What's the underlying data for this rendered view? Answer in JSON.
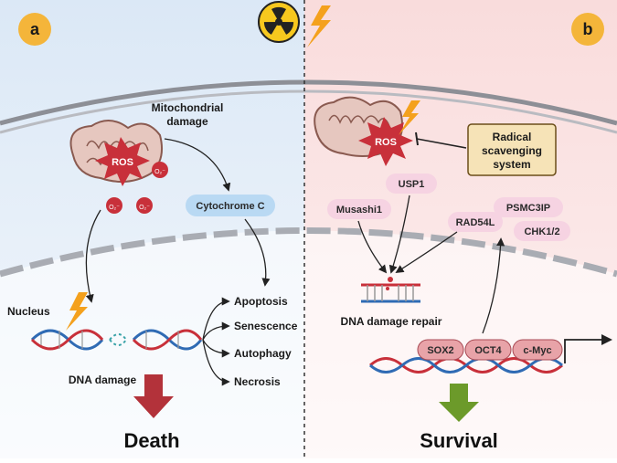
{
  "panels": {
    "a": {
      "badge": "a"
    },
    "b": {
      "badge": "b"
    }
  },
  "labels": {
    "mito_damage_1": "Mitochondrial",
    "mito_damage_2": "damage",
    "ros": "ROS",
    "ros_right": "ROS",
    "superoxide": "O₂⁻",
    "cytochrome": "Cytochrome C",
    "nucleus": "Nucleus",
    "dna_damage": "DNA damage",
    "death": "Death",
    "survival": "Survival",
    "dna_repair": "DNA damage repair",
    "radical_1": "Radical",
    "radical_2": "scavenging",
    "radical_3": "system"
  },
  "outcomes": [
    "Apoptosis",
    "Senescence",
    "Autophagy",
    "Necrosis"
  ],
  "repair_factors": {
    "usp1": "USP1",
    "musashi1": "Musashi1",
    "rad54l": "RAD54L",
    "psmc3ip": "PSMC3IP",
    "chk": "CHK1/2"
  },
  "transcription_factors": [
    "SOX2",
    "OCT4",
    "c-Myc"
  ],
  "colors": {
    "left_bg": "#e6eff9",
    "right_bg": "#fbe6e6",
    "badge": "#f4b53a",
    "ros": "#c8303a",
    "pill": "#f6d3e2",
    "tf_pill": "#e8a3a8",
    "cyto_pill": "#b9d9f3",
    "death_arrow": "#b3323a",
    "survival_arrow": "#6c9a2a"
  },
  "icons": [
    "radiation-icon",
    "lightning-icon"
  ]
}
